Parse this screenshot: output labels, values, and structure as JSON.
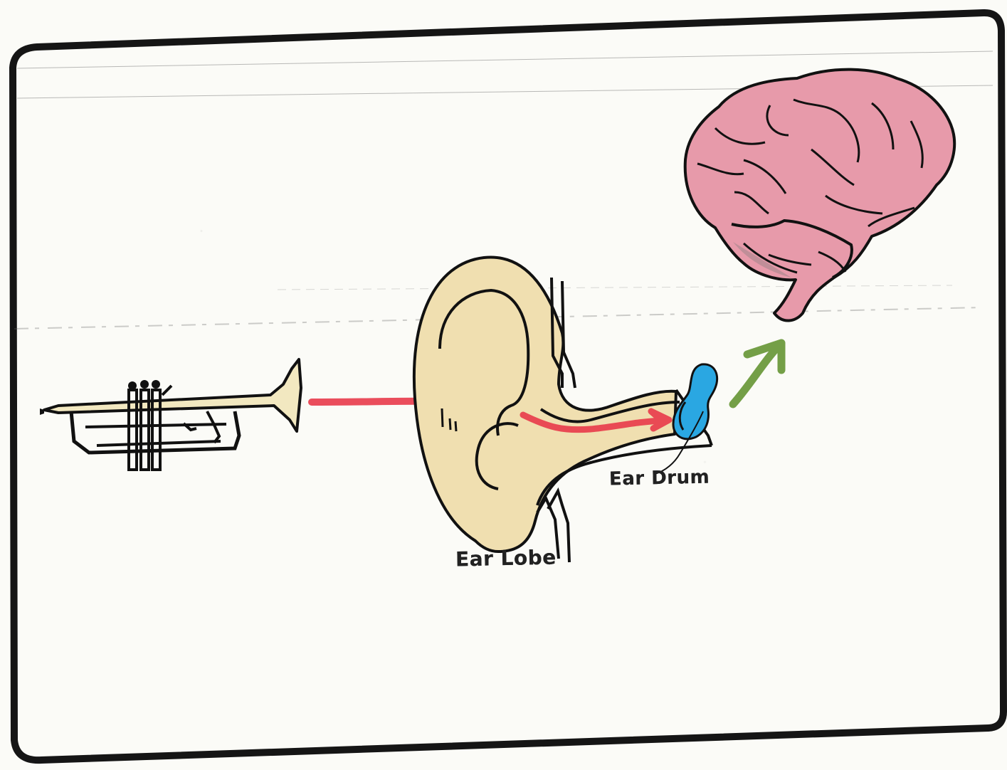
{
  "diagram": {
    "labels": {
      "ear_lobe": "Ear Lobe",
      "ear_drum": "Ear Drum"
    },
    "items": [
      {
        "name": "trumpet",
        "role": "sound-source"
      },
      {
        "name": "ear",
        "role": "receiver"
      },
      {
        "name": "ear-drum",
        "role": "vibrating-membrane"
      },
      {
        "name": "brain",
        "role": "interpreter"
      }
    ],
    "colors": {
      "sound_wave": "#e83a4a",
      "brain": "#e79aaa",
      "ear_drum": "#2aa7e2",
      "arrow_to_brain": "#6d9a3d",
      "ear_fill": "#f0dfb0",
      "ink": "#111111"
    },
    "icons": {
      "source": "trumpet-icon",
      "receiver": "ear-icon",
      "membrane": "ear-drum-icon",
      "organ": "brain-icon"
    }
  }
}
